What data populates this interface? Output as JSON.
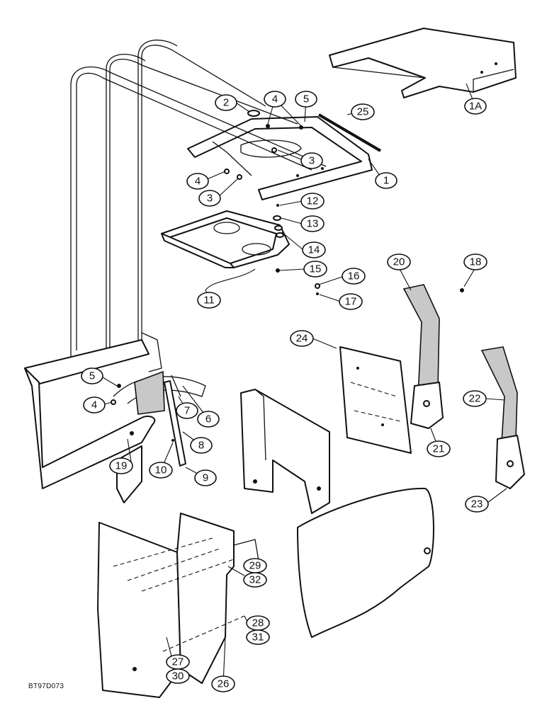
{
  "diagram": {
    "reference_code": "BT97D073",
    "callouts": [
      "1A",
      "2",
      "4",
      "5",
      "25",
      "3",
      "4",
      "3",
      "1",
      "12",
      "13",
      "14",
      "15",
      "11",
      "16",
      "17",
      "20",
      "18",
      "24",
      "22",
      "5",
      "4",
      "7",
      "6",
      "19",
      "8",
      "10",
      "9",
      "21",
      "23",
      "29",
      "32",
      "28",
      "31",
      "27",
      "30",
      "26"
    ]
  }
}
